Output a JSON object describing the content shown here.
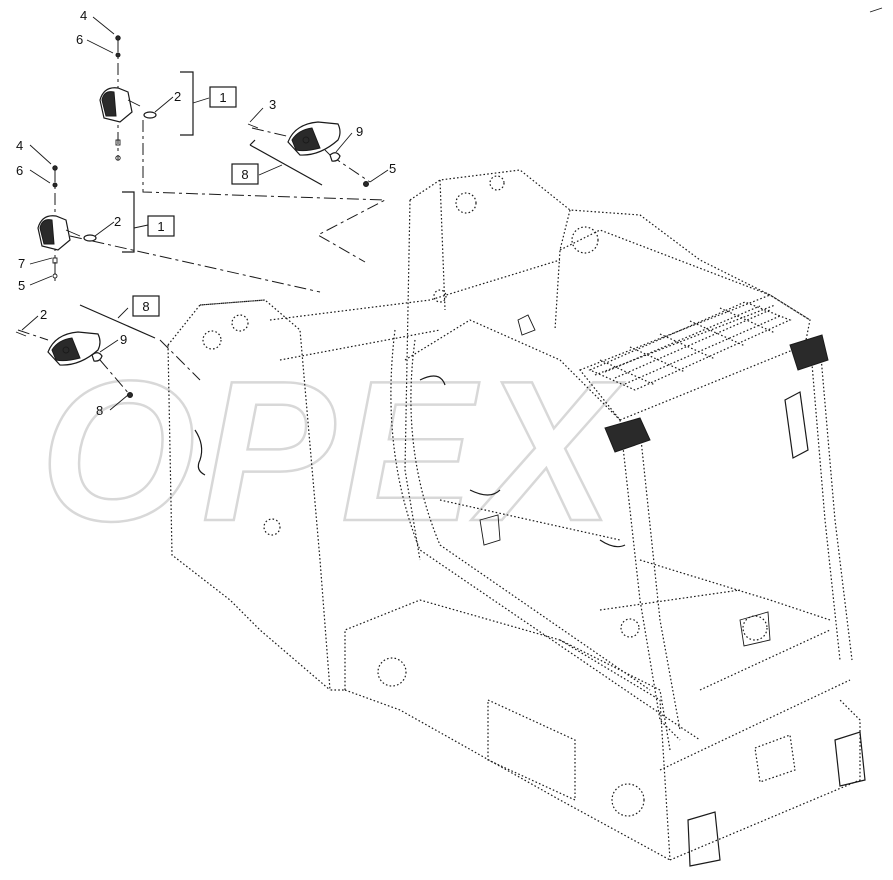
{
  "watermark": "OPEX",
  "callouts": [
    {
      "id": "c4a",
      "text": "4"
    },
    {
      "id": "c6a",
      "text": "6"
    },
    {
      "id": "c2a",
      "text": "2"
    },
    {
      "id": "c3a",
      "text": "3"
    },
    {
      "id": "c9a",
      "text": "9"
    },
    {
      "id": "c5a",
      "text": "5"
    },
    {
      "id": "c4b",
      "text": "4"
    },
    {
      "id": "c6b",
      "text": "6"
    },
    {
      "id": "c2b",
      "text": "2"
    },
    {
      "id": "c7b",
      "text": "7"
    },
    {
      "id": "c5b",
      "text": "5"
    },
    {
      "id": "c2c",
      "text": "2"
    },
    {
      "id": "c9c",
      "text": "9"
    },
    {
      "id": "c8c",
      "text": "8"
    }
  ],
  "boxed_labels": [
    {
      "id": "box1a",
      "text": "1"
    },
    {
      "id": "box8a",
      "text": "8"
    },
    {
      "id": "box1b",
      "text": "1"
    },
    {
      "id": "box8b",
      "text": "8"
    }
  ]
}
